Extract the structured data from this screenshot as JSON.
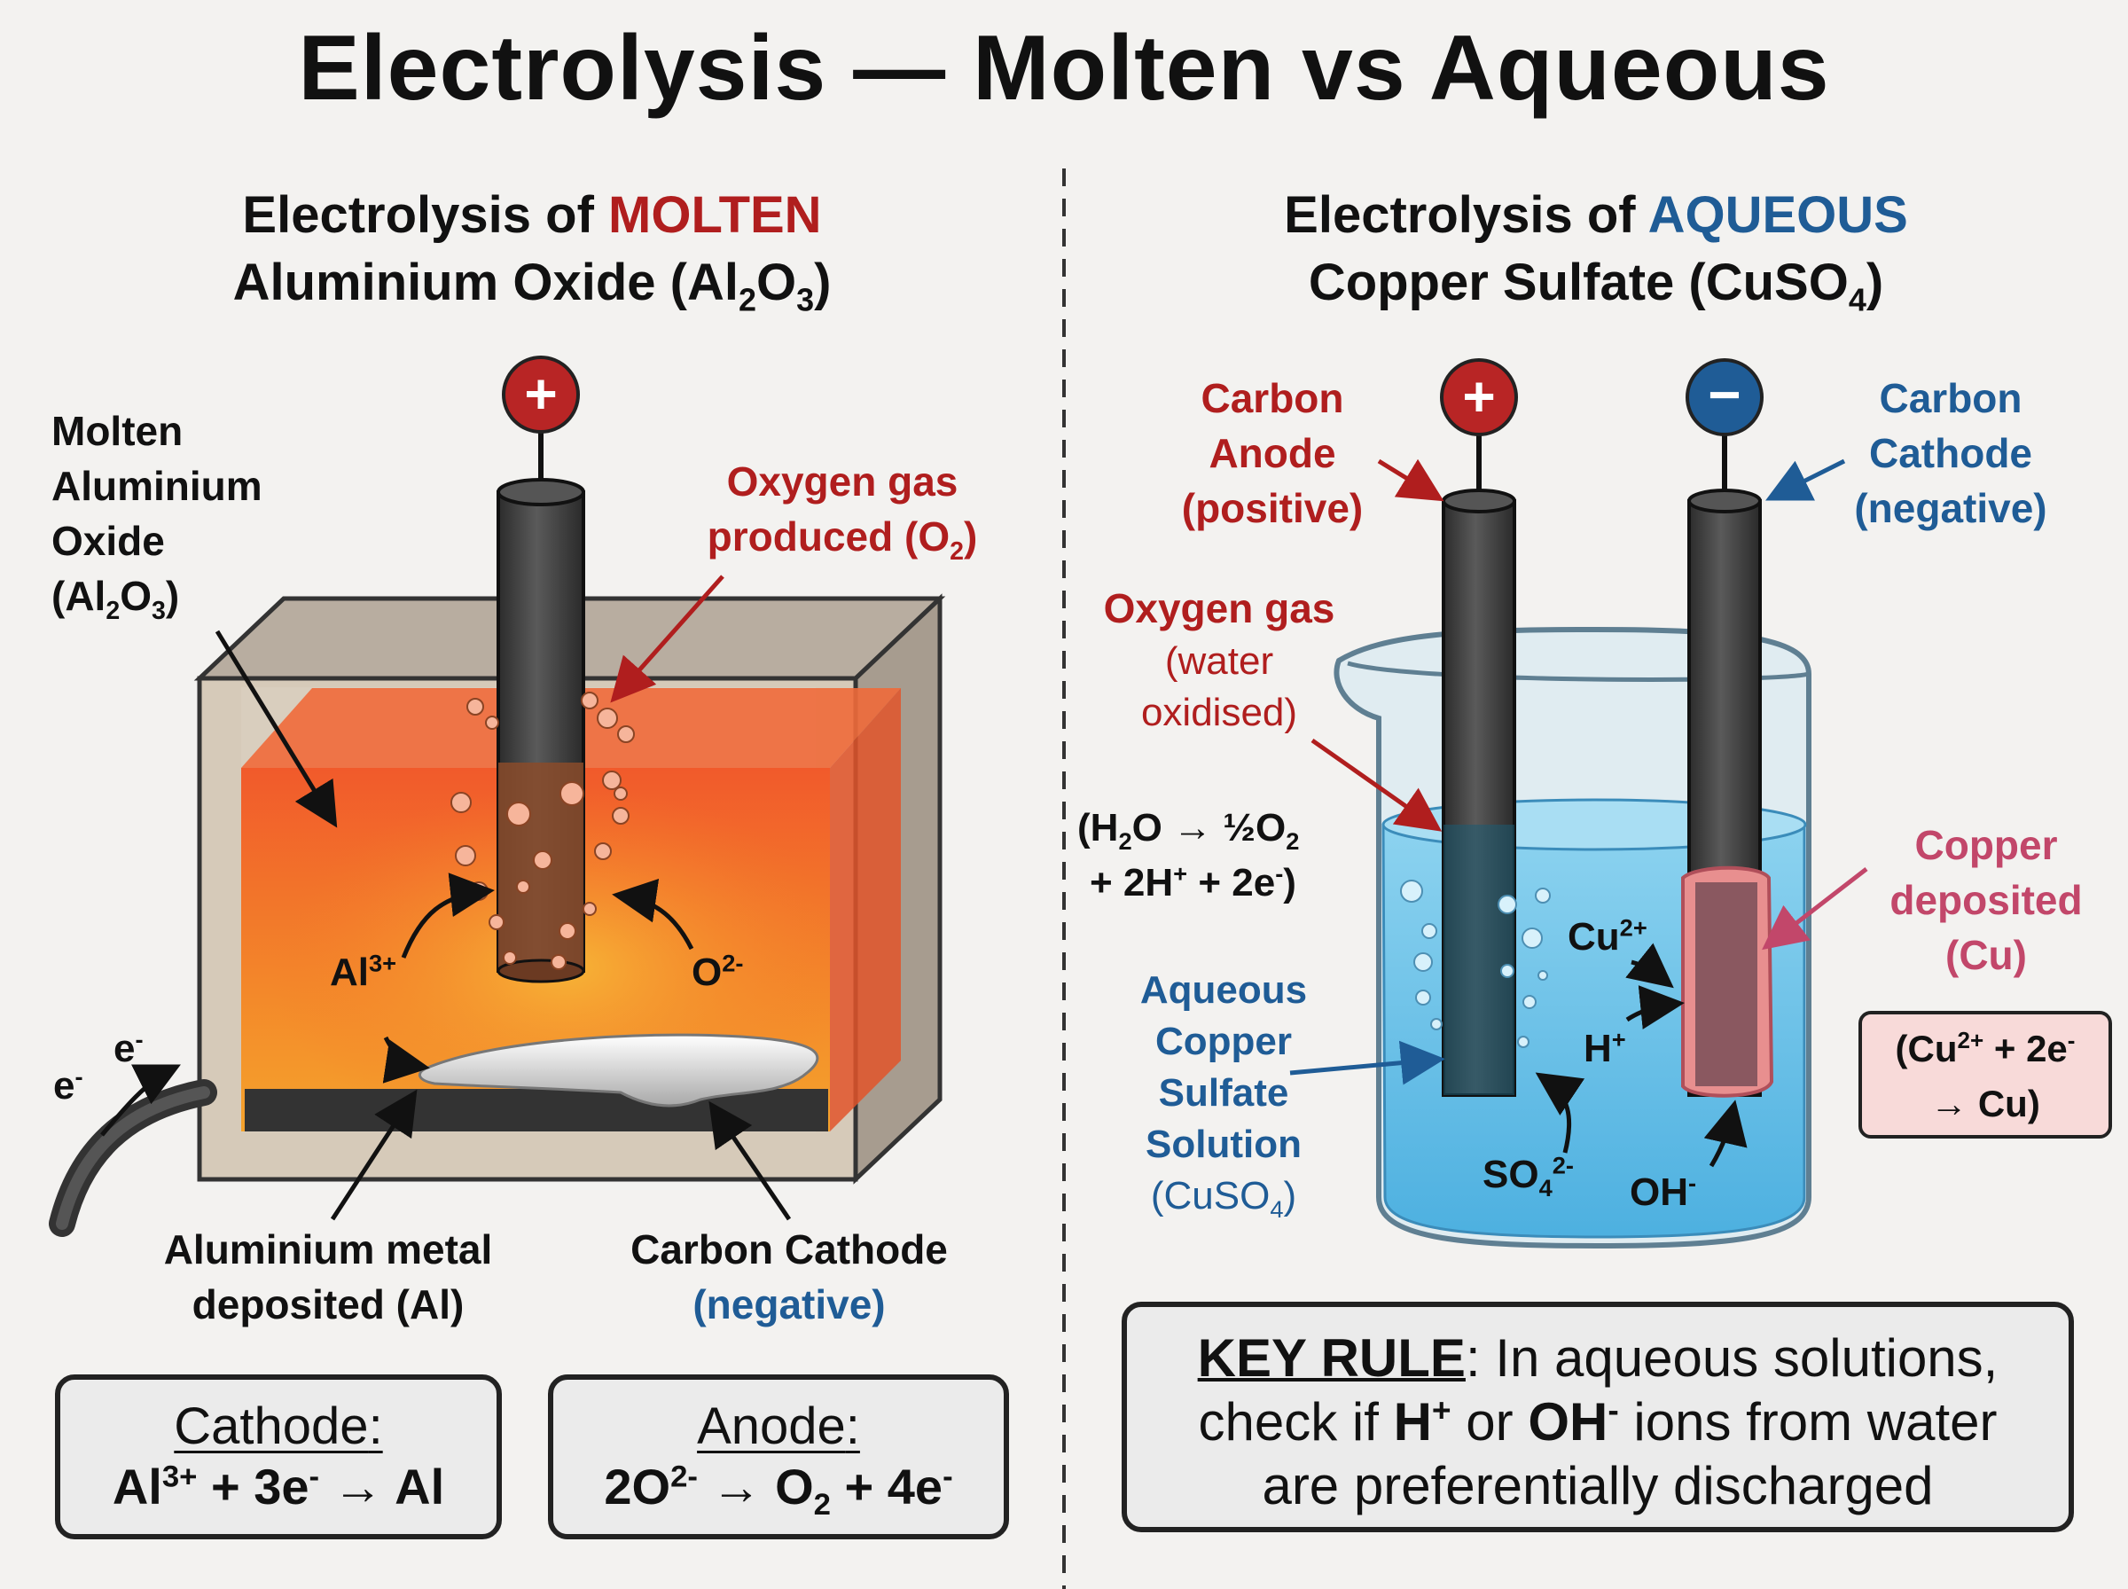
{
  "title": "Electrolysis — Molten vs Aqueous",
  "left": {
    "heading_prefix": "Electrolysis of ",
    "heading_highlight": "MOLTEN",
    "heading_line2": "Aluminium Oxide (Al",
    "heading_sub1": "2",
    "heading_mid": "O",
    "heading_sub2": "3",
    "heading_end": ")",
    "electrolyte_label": [
      "Molten",
      "Aluminium",
      "Oxide"
    ],
    "electrolyte_formula": "(Al",
    "oxygen_label_1": "Oxygen gas",
    "oxygen_label_2": "produced (O",
    "ion_al": "Al",
    "ion_al_charge": "3+",
    "ion_o": "O",
    "ion_o_charge": "2-",
    "electron": "e",
    "electron_charge": "-",
    "al_metal_1": "Aluminium metal",
    "al_metal_2": "deposited (Al)",
    "cathode_label_1": "Carbon Cathode",
    "cathode_label_2": "(negative)",
    "cathode_box_head": "Cathode",
    "cathode_eq_1": "Al",
    "cathode_eq_charge": "3+",
    "cathode_eq_2": " + 3e",
    "cathode_eq_3": " → Al",
    "anode_box_head": "Anode",
    "anode_eq_1": "2O",
    "anode_eq_charge": "2-",
    "anode_eq_2": " → O",
    "anode_eq_3": " + 4e"
  },
  "right": {
    "heading_prefix": "Electrolysis of ",
    "heading_highlight": "AQUEOUS",
    "heading_line2": "Copper Sulfate (CuSO",
    "heading_sub": "4",
    "heading_end": ")",
    "anode_label": [
      "Carbon",
      "Anode",
      "(positive)"
    ],
    "cathode_label": [
      "Carbon",
      "Cathode",
      "(negative)"
    ],
    "oxygen_label": "Oxygen gas",
    "oxygen_sub": [
      "(water",
      "oxidised)"
    ],
    "water_eq_1": "(H",
    "water_eq_2": "O → ½O",
    "water_eq_3": "+ 2H",
    "water_eq_4": " + 2e",
    "solution_label": [
      "Aqueous",
      "Copper",
      "Sulfate",
      "Solution",
      "(CuSO"
    ],
    "ion_cu": "Cu",
    "ion_cu_charge": "2+",
    "ion_h": "H",
    "ion_so4": "SO",
    "ion_so4_charge": "2-",
    "ion_oh": "OH",
    "copper_label": [
      "Copper",
      "deposited",
      "(Cu)"
    ],
    "copper_eq_1": "(Cu",
    "copper_eq_2": " + 2e",
    "copper_eq_3": "→ Cu)",
    "key_rule_head": "KEY RULE",
    "key_rule_1": ": In aqueous solutions,",
    "key_rule_2a": "check if ",
    "key_rule_2b": "H",
    "key_rule_2c": " or ",
    "key_rule_2d": "OH",
    "key_rule_2e": " ions from water",
    "key_rule_3": "are preferentially discharged"
  },
  "symbols": {
    "plus": "+",
    "minus": "−"
  },
  "colors": {
    "molten": "#b01e1e",
    "aqueous": "#1f5c96",
    "copper": "#c2476a",
    "electrolyte": "#f26b2a",
    "solution": "#7cc8ea"
  }
}
